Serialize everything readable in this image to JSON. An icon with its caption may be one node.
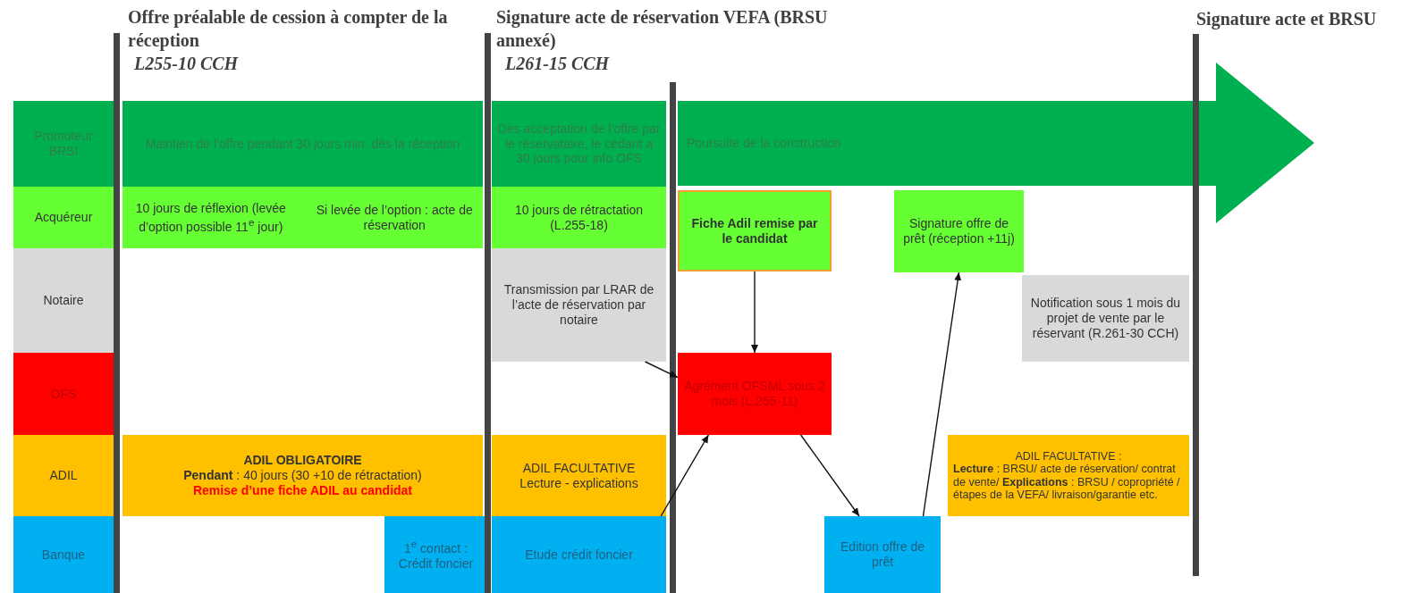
{
  "diagram": {
    "nodes": [
      {
        "text": [
          "Promoteur BRSI"
        ]
      },
      {
        "text": [
          "Acquéreur"
        ]
      },
      {
        "text": [
          "Notaire"
        ]
      },
      {
        "text": [
          "OFS"
        ]
      },
      {
        "text": [
          "ADIL"
        ]
      },
      {
        "text": [
          "Banque"
        ]
      },
      {
        "text": [
          "Maintien de l’offre pendant 30 jours min. dès la réception"
        ]
      },
      {
        "text": [
          "Dès acceptation de l’offre par le réservataire, le cédant a 30 jours pour info OFS"
        ]
      },
      {
        "text": [
          "Poursuite de la construction"
        ]
      },
      {
        "text": [
          "10 jours de réflexion (levée d’option possible 11$^{e}$ jour)",
          "Si levée de l’option : acte de réservation"
        ]
      },
      {
        "text": [
          "10 jours de rétractation (L.255-18)"
        ]
      },
      {
        "text": [
          "Fiche Adil remise par le candidat"
        ]
      },
      {
        "text": [
          "Signature offre de prêt (réception +11j)"
        ]
      },
      {
        "text": [
          "Transmission par LRAR de l’acte de réservation par notaire"
        ]
      },
      {
        "text": [
          "Notification sous 1 mois du projet de vente par le réservant (R.261-30 CCH)"
        ]
      },
      {
        "text": [
          "Agrément OFSML sous 2 mois (L.255-11)"
        ]
      },
      {
        "text": [
          "ADIL OBLIGATOIRE",
          "**Pendant** : 40 jours (30 +10 de rétractation)",
          "Remise d’une fiche ADIL au candidat"
        ]
      },
      {
        "text": [
          "ADIL FACULTATIVE",
          "Lecture - explications"
        ]
      },
      {
        "text": [
          "ADIL FACULTATIVE :",
          "**Lecture** : BRSU/ acte de réservation/ contrat de vente/ **Explications** : BRSU / copropriété / étapes de la VEFA/ livraison/garantie etc."
        ]
      },
      {
        "text": [
          "1$^{e}$ contact : Crédit foncier"
        ]
      },
      {
        "text": [
          "Etude crédit foncier"
        ]
      },
      {
        "text": [
          "Edition offre de prêt"
        ]
      }
    ],
    "edges": [
      {
        "from": 13,
        "to": 15,
        "arrow": "to"
      },
      {
        "from": 11,
        "to": 15,
        "arrow": "to"
      },
      {
        "from": 20,
        "to": 15,
        "arrow": "to"
      },
      {
        "from": 15,
        "to": 21,
        "arrow": "to"
      },
      {
        "from": 21,
        "to": 12,
        "arrow": "to"
      }
    ],
    "labels": [
      "Offre préalable de cession à compter de la réception",
      "L255-10 CCH",
      "Signature acte de réservation VEFA (BRSU annexé)",
      "L261-15 CCH",
      "Signature acte et BRSU"
    ]
  }
}
